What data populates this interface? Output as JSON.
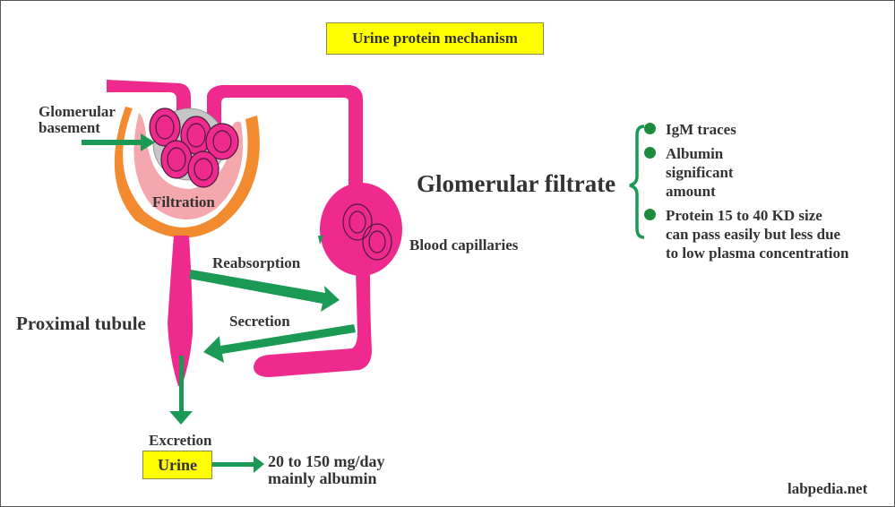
{
  "title": "Urine protein mechanism",
  "colors": {
    "tubule": "#ee2a8f",
    "capsule_orange": "#f28a30",
    "capsule_inner": "#f4a7ad",
    "glomerulus_gray": "#c6c6c6",
    "arrow_green": "#1a9a55",
    "highlight_yellow": "#ffff00",
    "text": "#333333"
  },
  "labels": {
    "glomerular_basement": [
      "Glomerular",
      "basement"
    ],
    "filtration": "Filtration",
    "reabsorption": "Reabsorption",
    "secretion": "Secretion",
    "proximal_tubule": "Proximal tubule",
    "blood_capillaries": "Blood capillaries",
    "excretion": "Excretion",
    "urine": "Urine",
    "urine_amount": [
      "20 to 150 mg/day",
      "mainly albumin"
    ]
  },
  "glomerular_filtrate": {
    "heading": "Glomerular filtrate",
    "items": [
      {
        "lines": [
          "IgM traces"
        ]
      },
      {
        "lines": [
          "Albumin",
          "significant",
          "amount"
        ]
      },
      {
        "lines": [
          "Protein 15 to 40 KD size",
          "can pass easily but less due",
          "to low plasma concentration"
        ]
      }
    ]
  },
  "watermark": "labpedia.net"
}
